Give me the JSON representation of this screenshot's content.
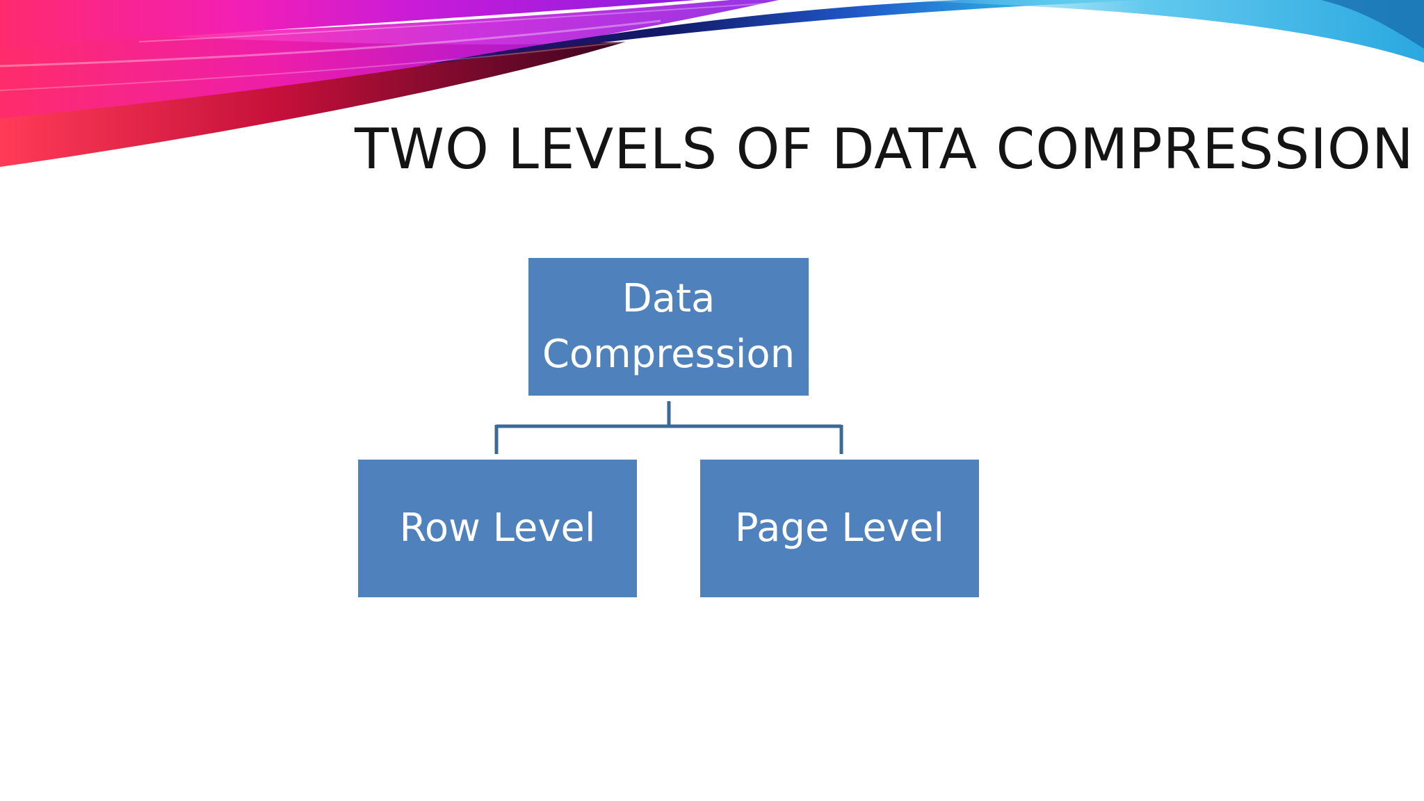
{
  "slide": {
    "title": "TWO LEVELS OF DATA COMPRESSION"
  },
  "diagram": {
    "root": {
      "label": "Data Compression"
    },
    "children": [
      {
        "label": "Row Level"
      },
      {
        "label": "Page Level"
      }
    ]
  },
  "colors": {
    "node_fill": "#4f81bd",
    "node_text": "#ffffff",
    "connector": "#3c6a96",
    "title_text": "#141414"
  }
}
